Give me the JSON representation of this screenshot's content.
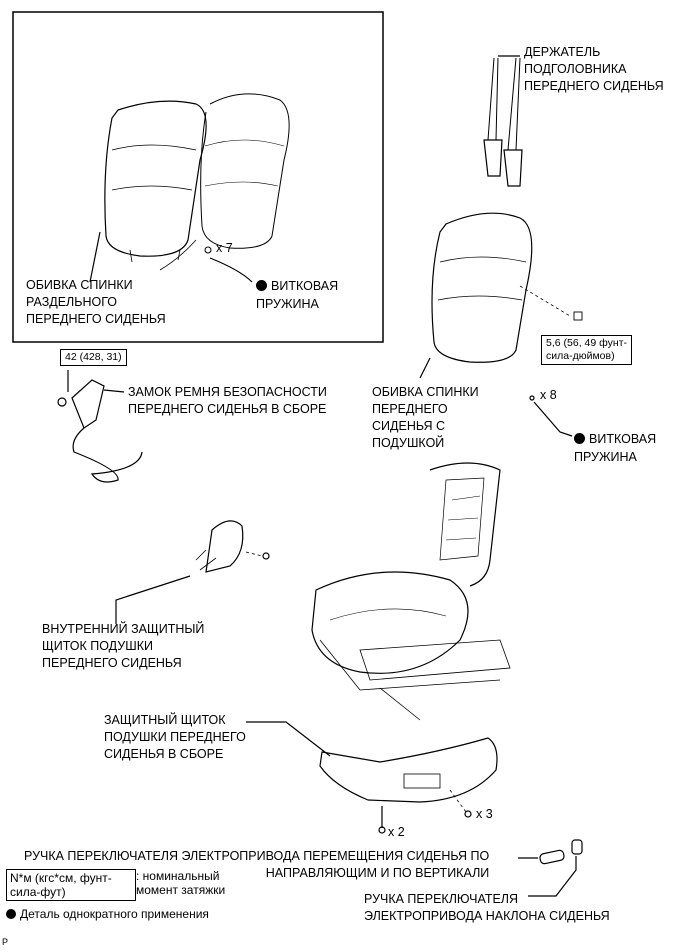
{
  "labels": {
    "split_seatback_cover": "ОБИВКА СПИНКИ\nРАЗДЕЛЬНОГО\nПЕРЕДНЕГО СИДЕНЬЯ",
    "coil_spring_1": "ВИТКОВАЯ\nПРУЖИНА",
    "qty_7": "x 7",
    "headrest_support": "ДЕРЖАТЕЛЬ\nПОДГОЛОВНИКА\nПЕРЕДНЕГО СИДЕНЬЯ",
    "seatbelt_buckle": "ЗАМОК РЕМНЯ БЕЗОПАСНОСТИ\nПЕРЕДНЕГО СИДЕНЬЯ В СБОРЕ",
    "torque_42": "42 (428, 31)",
    "torque_56": "5,6 (56, 49 фунт-\nсила-дюймов)",
    "seatback_cover_with_pad": "ОБИВКА СПИНКИ\nПЕРЕДНЕГО\nСИДЕНЬЯ С\nПОДУШКОЙ",
    "qty_8": "x 8",
    "coil_spring_2": "ВИТКОВАЯ\nПРУЖИНА",
    "inner_shield": "ВНУТРЕННИЙ ЗАЩИТНЫЙ\nЩИТОК ПОДУШКИ\nПЕРЕДНЕГО СИДЕНЬЯ",
    "cushion_shield": "ЗАЩИТНЫЙ ЩИТОК\nПОДУШКИ ПЕРЕДНЕГО\nСИДЕНЬЯ В СБОРЕ",
    "qty_3": "x 3",
    "qty_2": "x 2",
    "slide_knob": "РУЧКА ПЕРЕКЛЮЧАТЕЛЯ ЭЛЕКТРОПРИВОДА ПЕРЕМЕЩЕНИЯ СИДЕНЬЯ ПО\nНАПРАВЛЯЮЩИМ И ПО ВЕРТИКАЛИ",
    "recline_knob": "РУЧКА ПЕРЕКЛЮЧАТЕЛЯ\nЭЛЕКТРОПРИВОДА НАКЛОНА СИДЕНЬЯ"
  },
  "legend": {
    "torque_units": "N*м (кгс*см, фунт-\nсила-фут)",
    "torque_desc": ": номинальный\nмомент затяжки",
    "non_reusable": "Деталь однократного применения"
  },
  "corner_mark": "P"
}
